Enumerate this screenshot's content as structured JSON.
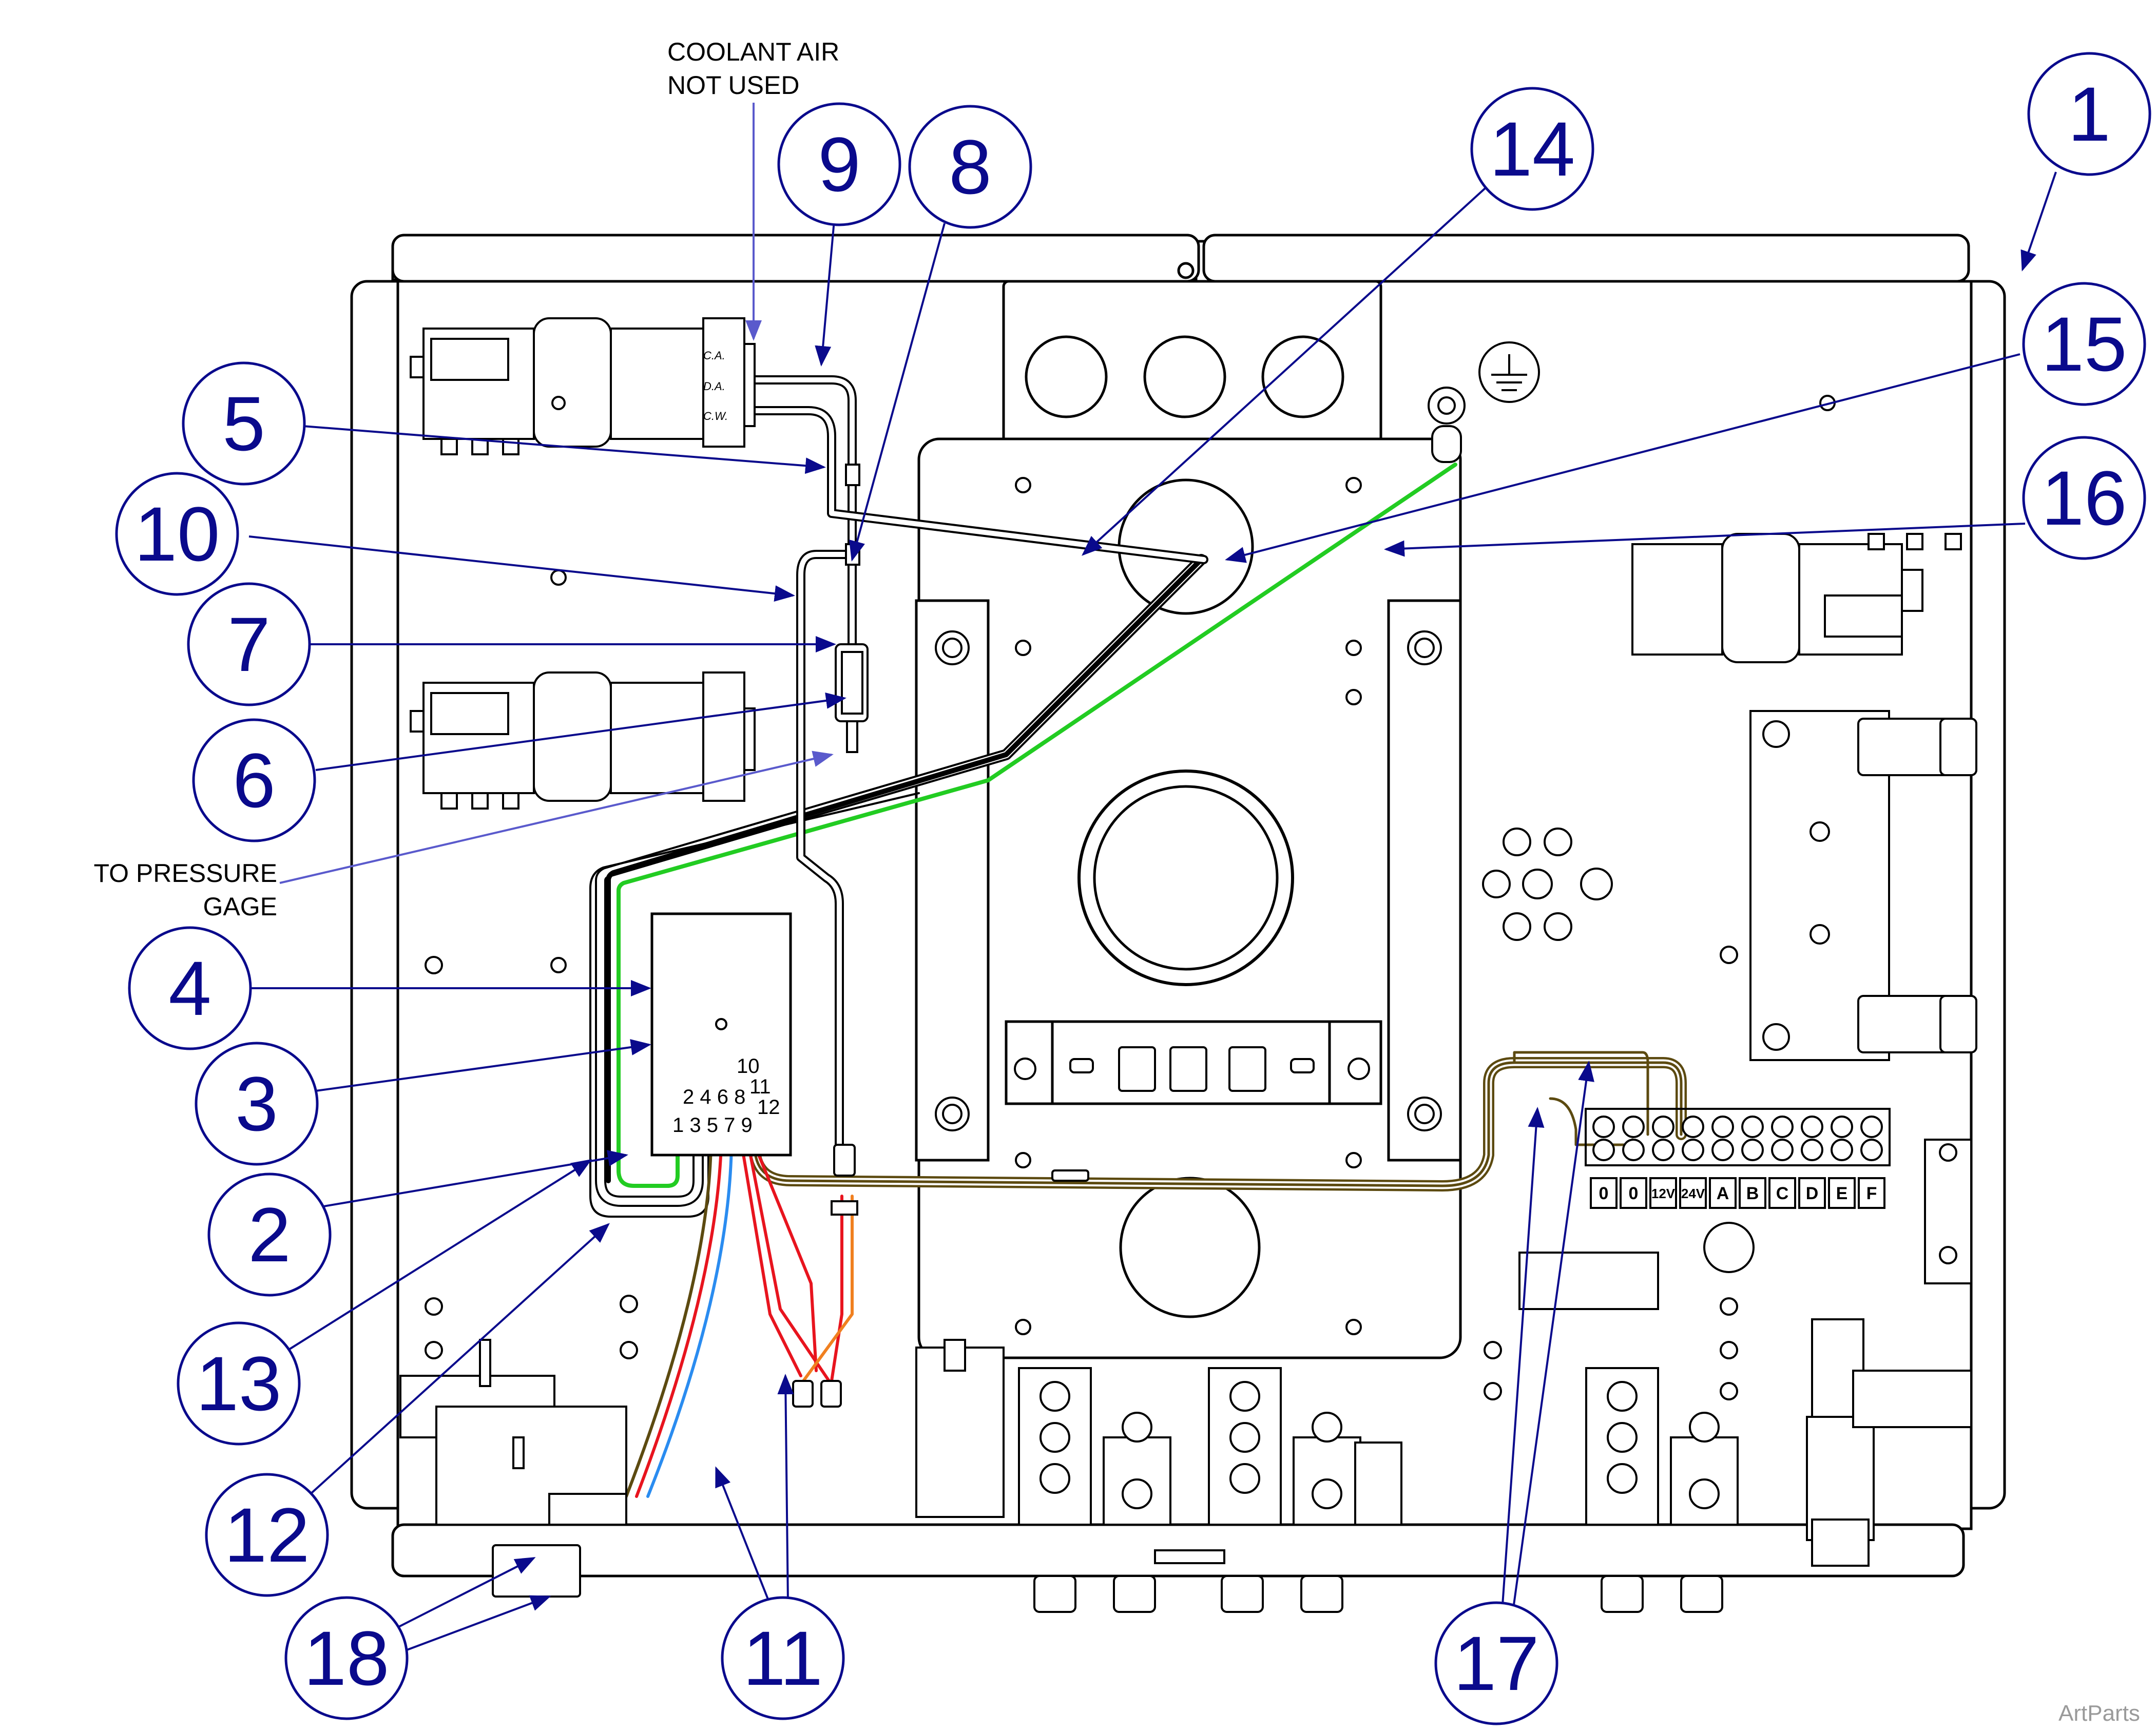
{
  "annotations": {
    "coolant_air_line1": "COOLANT AIR",
    "coolant_air_line2": "NOT USED",
    "pressure_gage_line1": "TO PRESSURE",
    "pressure_gage_line2": "GAGE"
  },
  "valve_labels": {
    "ca": "C.A.",
    "da": "D.A.",
    "cw": "C.W."
  },
  "terminal_numbers": {
    "top_row": "2 4 6 8",
    "bottom_row": "1 3 5 7 9",
    "right_10": "10",
    "right_11": "11",
    "right_12": "12"
  },
  "terminal_block": [
    "0",
    "0",
    "12V",
    "24V",
    "A",
    "B",
    "C",
    "D",
    "E",
    "F"
  ],
  "callouts": {
    "c1": "1",
    "c2": "2",
    "c3": "3",
    "c4": "4",
    "c5": "5",
    "c6": "6",
    "c7": "7",
    "c8": "8",
    "c9": "9",
    "c10": "10",
    "c11": "11",
    "c12": "12",
    "c13": "13",
    "c14": "14",
    "c15": "15",
    "c16": "16",
    "c17": "17",
    "c18": "18"
  },
  "watermark": "ArtParts",
  "colors": {
    "callout_blue": "#0a0a8c",
    "arrow_blue": "#5a5acc",
    "wire_green": "#22cc22",
    "wire_black": "#000000",
    "wire_brown": "#5c4a10",
    "wire_red": "#e8141e",
    "wire_blue": "#2a8cf0",
    "wire_orange": "#f08020"
  }
}
